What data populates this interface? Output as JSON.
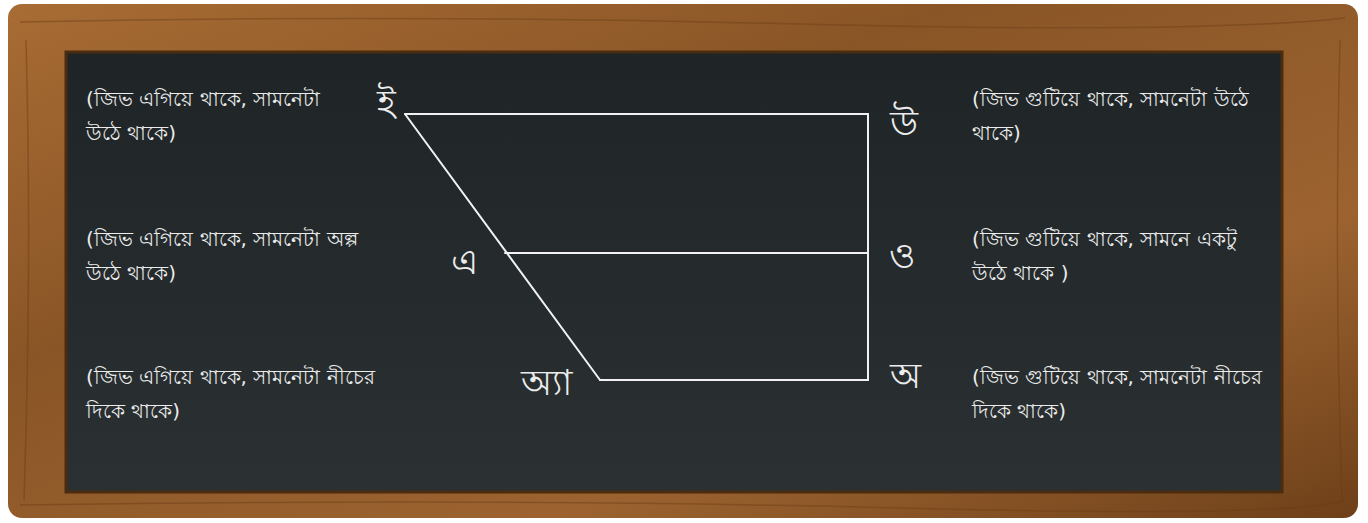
{
  "diagram": {
    "labels": [
      "(জিভ এগিয়ে থাকে, সামনেটা উঠে থাকে)",
      "ই",
      "উ",
      "(জিভ গুটিয়ে থাকে, সামনেটা উঠে থাকে)",
      "(জিভ এগিয়ে থাকে, সামনেটা অল্প উঠে থাকে)",
      "এ",
      "ও",
      "(জিভ গুটিয়ে থাকে, সামনে একটু উঠে থাকে )",
      "(জিভ এগিয়ে থাকে, সামনেটা নীচের দিকে থাকে)",
      "অ্যা",
      "অ",
      "(জিভ গুটিয়ে থাকে, সামনেটা নীচের দিকে থাকে)"
    ]
  }
}
